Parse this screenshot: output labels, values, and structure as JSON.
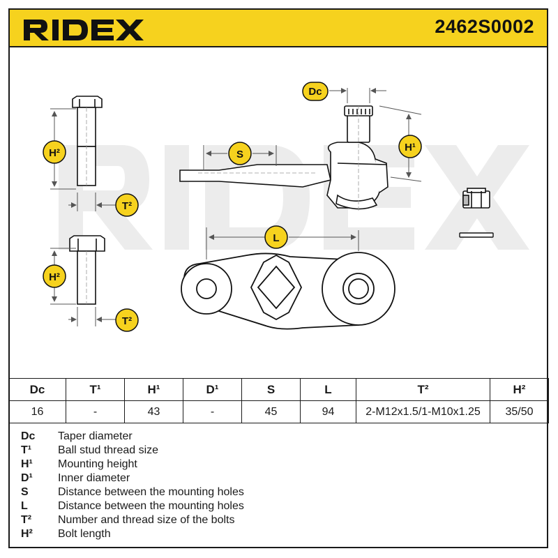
{
  "header": {
    "brand": "RIDEX",
    "part_number": "2462S0002"
  },
  "colors": {
    "accent": "#f6d21e",
    "ink": "#1a1a1a",
    "dimension": "#555555",
    "watermark": "#ececec"
  },
  "drawing_labels": {
    "dc": "Dc",
    "s": "S",
    "h1": "H¹",
    "h2_top": "H²",
    "t2_top": "T²",
    "l": "L",
    "h2_bottom": "H²",
    "t2_bottom": "T²",
    "watermark": "RIDEX"
  },
  "table": {
    "headers": [
      "Dc",
      "T¹",
      "H¹",
      "D¹",
      "S",
      "L",
      "T²",
      "H²"
    ],
    "values": [
      "16",
      "-",
      "43",
      "-",
      "45",
      "94",
      "2-M12x1.5/1-M10x1.25",
      "35/50"
    ]
  },
  "legend": [
    {
      "code": "Dc",
      "desc": "Taper diameter"
    },
    {
      "code": "T¹",
      "desc": "Ball stud thread size"
    },
    {
      "code": "H¹",
      "desc": "Mounting height"
    },
    {
      "code": "D¹",
      "desc": "Inner diameter"
    },
    {
      "code": "S",
      "desc": "Distance between the mounting holes"
    },
    {
      "code": "L",
      "desc": "Distance between the mounting holes"
    },
    {
      "code": "T²",
      "desc": "Number and thread size of the bolts"
    },
    {
      "code": "H²",
      "desc": "Bolt length"
    }
  ]
}
